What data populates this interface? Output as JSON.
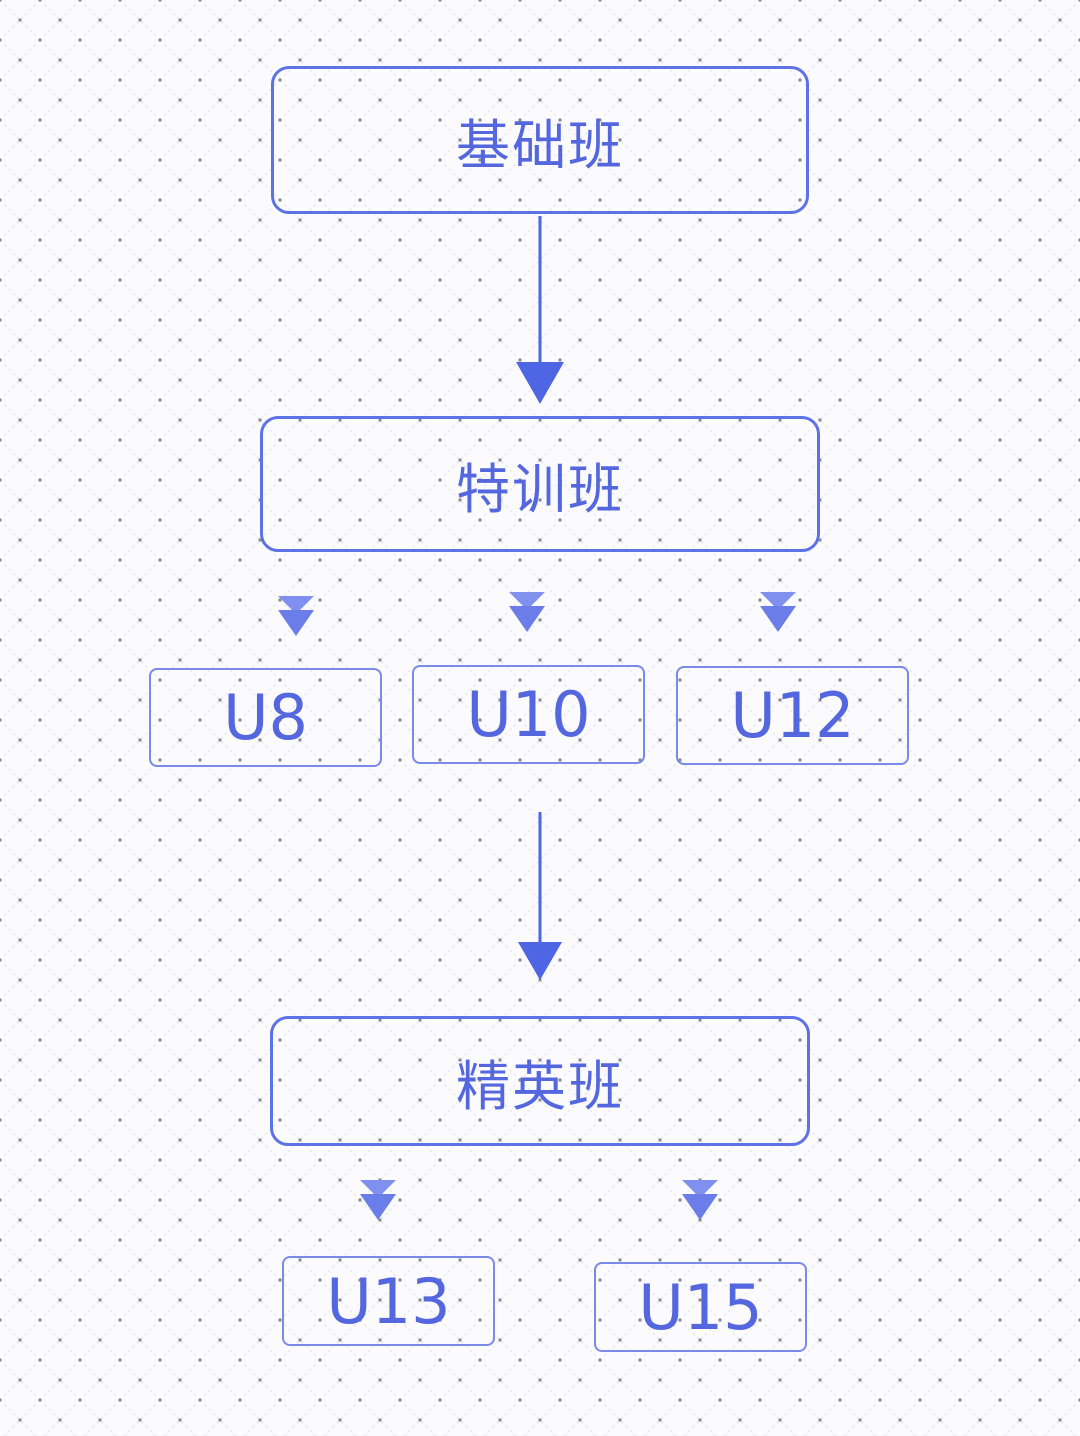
{
  "nodes": {
    "basic": "基础班",
    "training": "特训班",
    "u8": "U8",
    "u10": "U10",
    "u12": "U12",
    "elite": "精英班",
    "u13": "U13",
    "u15": "U15"
  },
  "colors": {
    "accent": "#5d72e6",
    "text": "#5467de",
    "chevron": "#7486ea",
    "dots": "#7a7a80",
    "lines": "#e7e7ee",
    "background": "#fbfbfd"
  }
}
